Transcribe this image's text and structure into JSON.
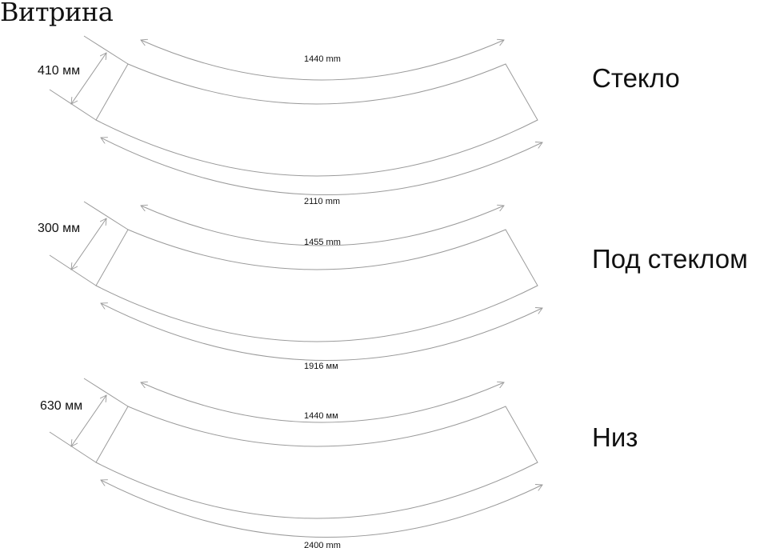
{
  "title": "Витрина",
  "panels": [
    {
      "name": "Стекло",
      "width_label": "410 мм",
      "top_length": "1440 mm",
      "bottom_length": "2110 mm"
    },
    {
      "name": "Под стеклом",
      "width_label": "300 мм",
      "top_length": "1455 mm",
      "bottom_length": "1916 мм"
    },
    {
      "name": "Низ",
      "width_label": "630 мм",
      "top_length": "1440 мм",
      "bottom_length": "2400 mm"
    }
  ],
  "colors": {
    "line": "#9a9a9a",
    "text": "#111111"
  }
}
